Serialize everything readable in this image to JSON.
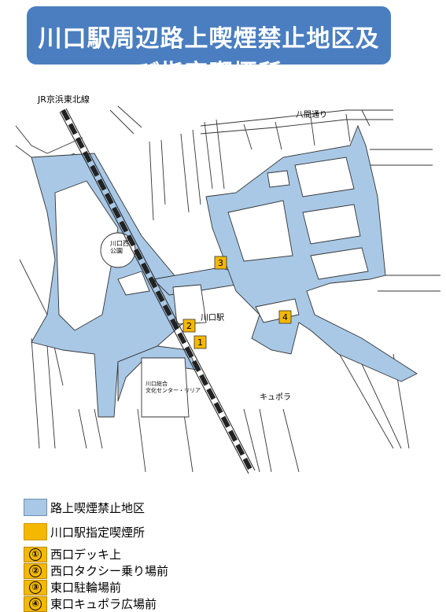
{
  "title": "川口駅周辺路上喫煙禁止地区及び指定喫煙所",
  "map": {
    "rail_line": "JR京浜東北線",
    "street": "八間通り",
    "park": "川口西\n公園",
    "station": "川口駅",
    "building": "川口総合\n文化センター・リリア",
    "mall": "キュポラ",
    "markers": [
      "1",
      "2",
      "3",
      "4"
    ]
  },
  "legend": {
    "zone": "路上喫煙禁止地区",
    "spot": "川口駅指定喫煙所",
    "spots": [
      {
        "num": "①",
        "label": "西口デッキ上"
      },
      {
        "num": "②",
        "label": "西口タクシー乗り場前"
      },
      {
        "num": "③",
        "label": "東口駐輪場前"
      },
      {
        "num": "④",
        "label": "東口キュポラ広場前"
      }
    ]
  },
  "colors": {
    "zone": "#a8c8e6",
    "spot": "#f5b800",
    "title_bg": "#4a7ec0"
  }
}
